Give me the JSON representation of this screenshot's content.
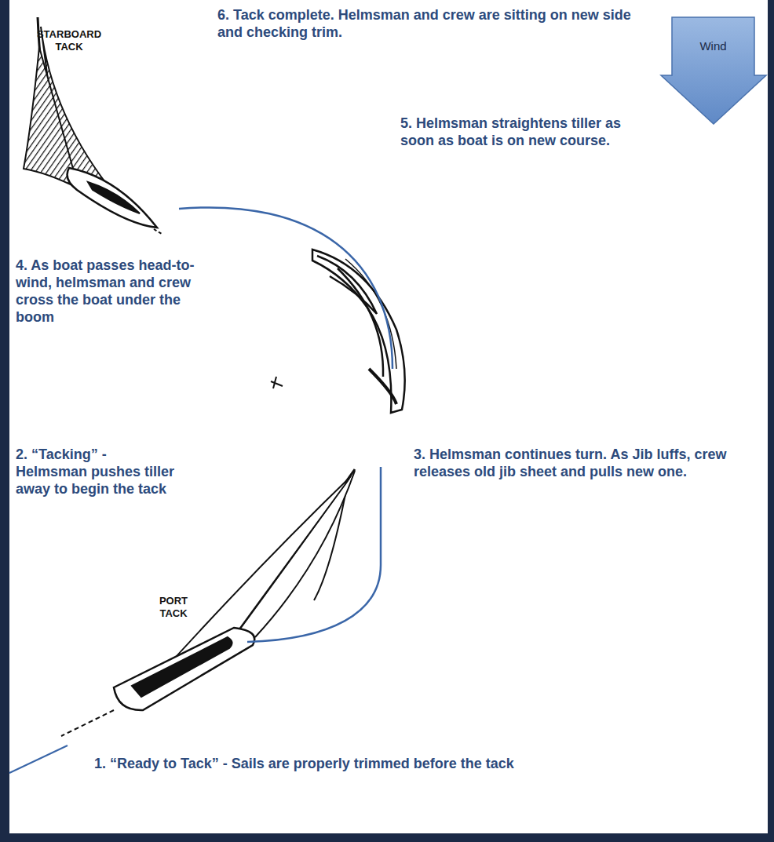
{
  "diagram": {
    "nodes": [
      {
        "text": [
          "Wind"
        ]
      }
    ],
    "labels": [
      "6. Tack complete. Helmsman and crew are sitting on new side and checking trim.",
      "STARBOARD TACK",
      "5. Helmsman straightens tiller as soon as boat is on new course.",
      "4. As boat passes head-to-wind, helmsman and crew cross the boat under the boom",
      "2. “Tacking” - Helmsman pushes tiller away to begin the tack",
      "3. Helmsman continues turn. As Jib luffs, crew releases old jib sheet and pulls new one.",
      "PORT TACK",
      "1. “Ready to Tack” - Sails are properly trimmed before the tack"
    ]
  }
}
